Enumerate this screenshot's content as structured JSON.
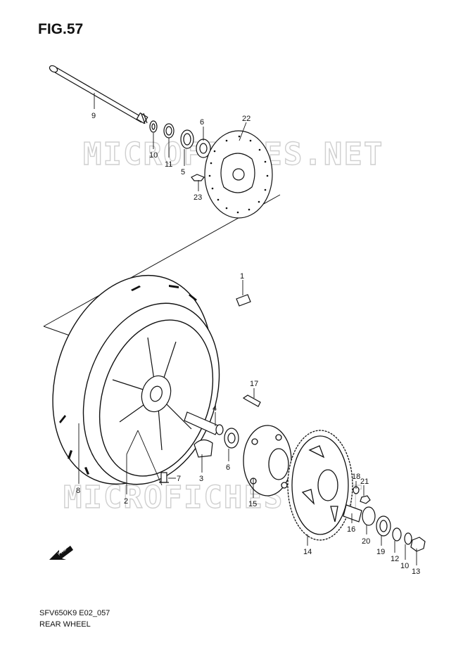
{
  "figure": {
    "title": "FIG.57",
    "code": "SFV650K9 E02_057",
    "name": "REAR WHEEL"
  },
  "watermarks": [
    "MICROFICHES.NET",
    "MICROFICHES.NET"
  ],
  "direction_badge": "FWD",
  "callouts": [
    {
      "id": "c9",
      "label": "9"
    },
    {
      "id": "c10a",
      "label": "10"
    },
    {
      "id": "c11",
      "label": "11"
    },
    {
      "id": "c5",
      "label": "5"
    },
    {
      "id": "c6a",
      "label": "6"
    },
    {
      "id": "c22",
      "label": "22"
    },
    {
      "id": "c23",
      "label": "23"
    },
    {
      "id": "c1",
      "label": "1"
    },
    {
      "id": "c17",
      "label": "17"
    },
    {
      "id": "c4",
      "label": "4"
    },
    {
      "id": "c6b",
      "label": "6"
    },
    {
      "id": "c3",
      "label": "3"
    },
    {
      "id": "c7",
      "label": "7"
    },
    {
      "id": "c8",
      "label": "8"
    },
    {
      "id": "c2",
      "label": "2"
    },
    {
      "id": "c15",
      "label": "15"
    },
    {
      "id": "c18",
      "label": "18"
    },
    {
      "id": "c21",
      "label": "21"
    },
    {
      "id": "c16",
      "label": "16"
    },
    {
      "id": "c20",
      "label": "20"
    },
    {
      "id": "c19",
      "label": "19"
    },
    {
      "id": "c12",
      "label": "12"
    },
    {
      "id": "c10b",
      "label": "10"
    },
    {
      "id": "c13",
      "label": "13"
    },
    {
      "id": "c14",
      "label": "14"
    }
  ]
}
